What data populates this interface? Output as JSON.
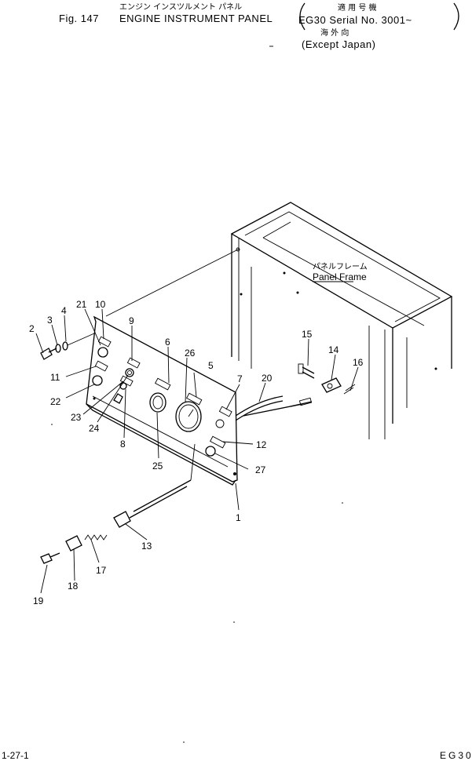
{
  "header": {
    "fig_label": "Fig. 147",
    "title_jp": "エンジン インスツルメント パネル",
    "title_en": "ENGINE INSTRUMENT PANEL",
    "applicable_jp": "適 用 号 機",
    "serial": "EG30 Serial No. 3001~",
    "overseas_jp": "海 外 向",
    "except": "(Except Japan)"
  },
  "frame_label": {
    "jp": "パネルフレーム",
    "en": "Panel Frame"
  },
  "footer": {
    "page_ref": "1-27-1",
    "model": "EG30"
  },
  "callouts": {
    "c1": "1",
    "c2": "2",
    "c3": "3",
    "c4": "4",
    "c5": "5",
    "c6": "6",
    "c7": "7",
    "c8": "8",
    "c9": "9",
    "c10": "10",
    "c11": "11",
    "c12": "12",
    "c13": "13",
    "c14": "14",
    "c15": "15",
    "c16": "16",
    "c17": "17",
    "c18": "18",
    "c19": "19",
    "c20": "20",
    "c21": "21",
    "c22": "22",
    "c23": "23",
    "c24": "24",
    "c25": "25",
    "c26": "26",
    "c27": "27"
  }
}
